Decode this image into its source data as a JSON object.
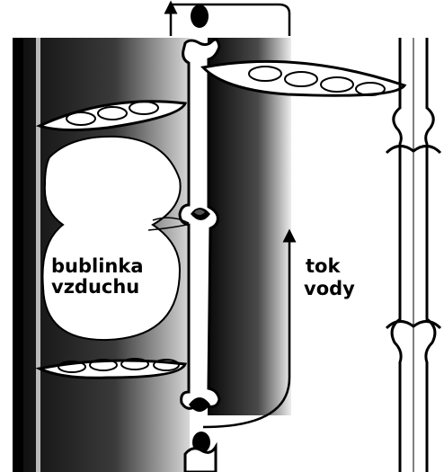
{
  "labels": {
    "bubble_line1": "bublinka",
    "bubble_line2": "vzduchu",
    "flow_line1": "tok",
    "flow_line2": "vody"
  }
}
